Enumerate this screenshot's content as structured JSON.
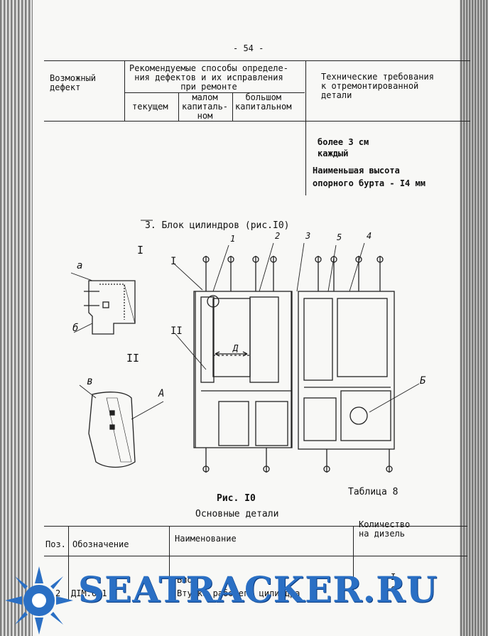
{
  "page_number": "- 54 -",
  "header_table": {
    "col_defect": "Возможный\nдефект",
    "col_methods_title": "Рекомендуемые способы определе-\nния дефектов и их исправления\nпри ремонте",
    "sub_current": "текущем",
    "sub_small": "малом\nкапиталь-\nном",
    "sub_big": "большом\nкапитальном",
    "col_requirements": "Технические требования\nк отремонтированной\nдетали",
    "req_line1": "более 3 см",
    "req_line2": "каждый",
    "req_line3": "Наименьшая высота",
    "req_line4": "опорного бурта - I4 мм"
  },
  "section_title": "3. Блок цилиндров  (рис.I0)",
  "figure": {
    "caption": "Рис. I0",
    "labels": {
      "n1": "1",
      "n2": "2",
      "n3": "3",
      "n4": "4",
      "n5": "5",
      "roman1": "I",
      "roman1b": "I",
      "roman2": "II",
      "roman2b": "II",
      "a": "а",
      "b": "б",
      "v": "в",
      "A": "А",
      "B": "Б",
      "D": "Д"
    }
  },
  "table_label": "Таблица 8",
  "table_title": "Основные детали",
  "parts_table": {
    "headers": [
      "Поз.",
      "Обозначение",
      "Наименование",
      "Количество\nна дизель"
    ],
    "rows": [
      {
        "pos": "",
        "designation": "",
        "name": "Блок",
        "qty": "I"
      },
      {
        "pos": "2",
        "designation": "ДIМ.6.1",
        "name": "Втулка рабочего цилиндра",
        "qty": "6"
      }
    ]
  },
  "watermark": "SEATRACKER.RU"
}
